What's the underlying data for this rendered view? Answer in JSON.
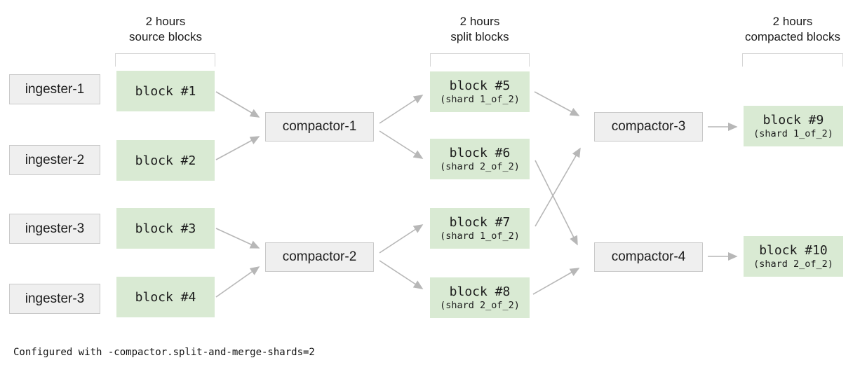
{
  "diagram": {
    "caption": "Configured with -compactor.split-and-merge-shards=2",
    "column_headers": {
      "source": {
        "line1": "2 hours",
        "line2": "source blocks"
      },
      "split": {
        "line1": "2 hours",
        "line2": "split blocks"
      },
      "compacted": {
        "line1": "2 hours",
        "line2": "compacted blocks"
      }
    },
    "ingesters": [
      {
        "label": "ingester-1"
      },
      {
        "label": "ingester-2"
      },
      {
        "label": "ingester-3"
      },
      {
        "label": "ingester-3"
      }
    ],
    "source_blocks": [
      {
        "label": "block #1"
      },
      {
        "label": "block #2"
      },
      {
        "label": "block #3"
      },
      {
        "label": "block #4"
      }
    ],
    "compactors": [
      {
        "label": "compactor-1"
      },
      {
        "label": "compactor-2"
      },
      {
        "label": "compactor-3"
      },
      {
        "label": "compactor-4"
      }
    ],
    "split_blocks": [
      {
        "label": "block #5",
        "shard": "(shard 1_of_2)"
      },
      {
        "label": "block #6",
        "shard": "(shard 2_of_2)"
      },
      {
        "label": "block #7",
        "shard": "(shard 1_of_2)"
      },
      {
        "label": "block #8",
        "shard": "(shard 2_of_2)"
      }
    ],
    "compacted_blocks": [
      {
        "label": "block #9",
        "shard": "(shard 1_of_2)"
      },
      {
        "label": "block #10",
        "shard": "(shard 2_of_2)"
      }
    ],
    "colors": {
      "block_green": "#d9ead3",
      "node_gray": "#efefef",
      "node_border": "#c9c9c9",
      "arrow": "#b7b7b7",
      "bracket": "#d6d6d6",
      "text": "#1c1c1c"
    }
  }
}
